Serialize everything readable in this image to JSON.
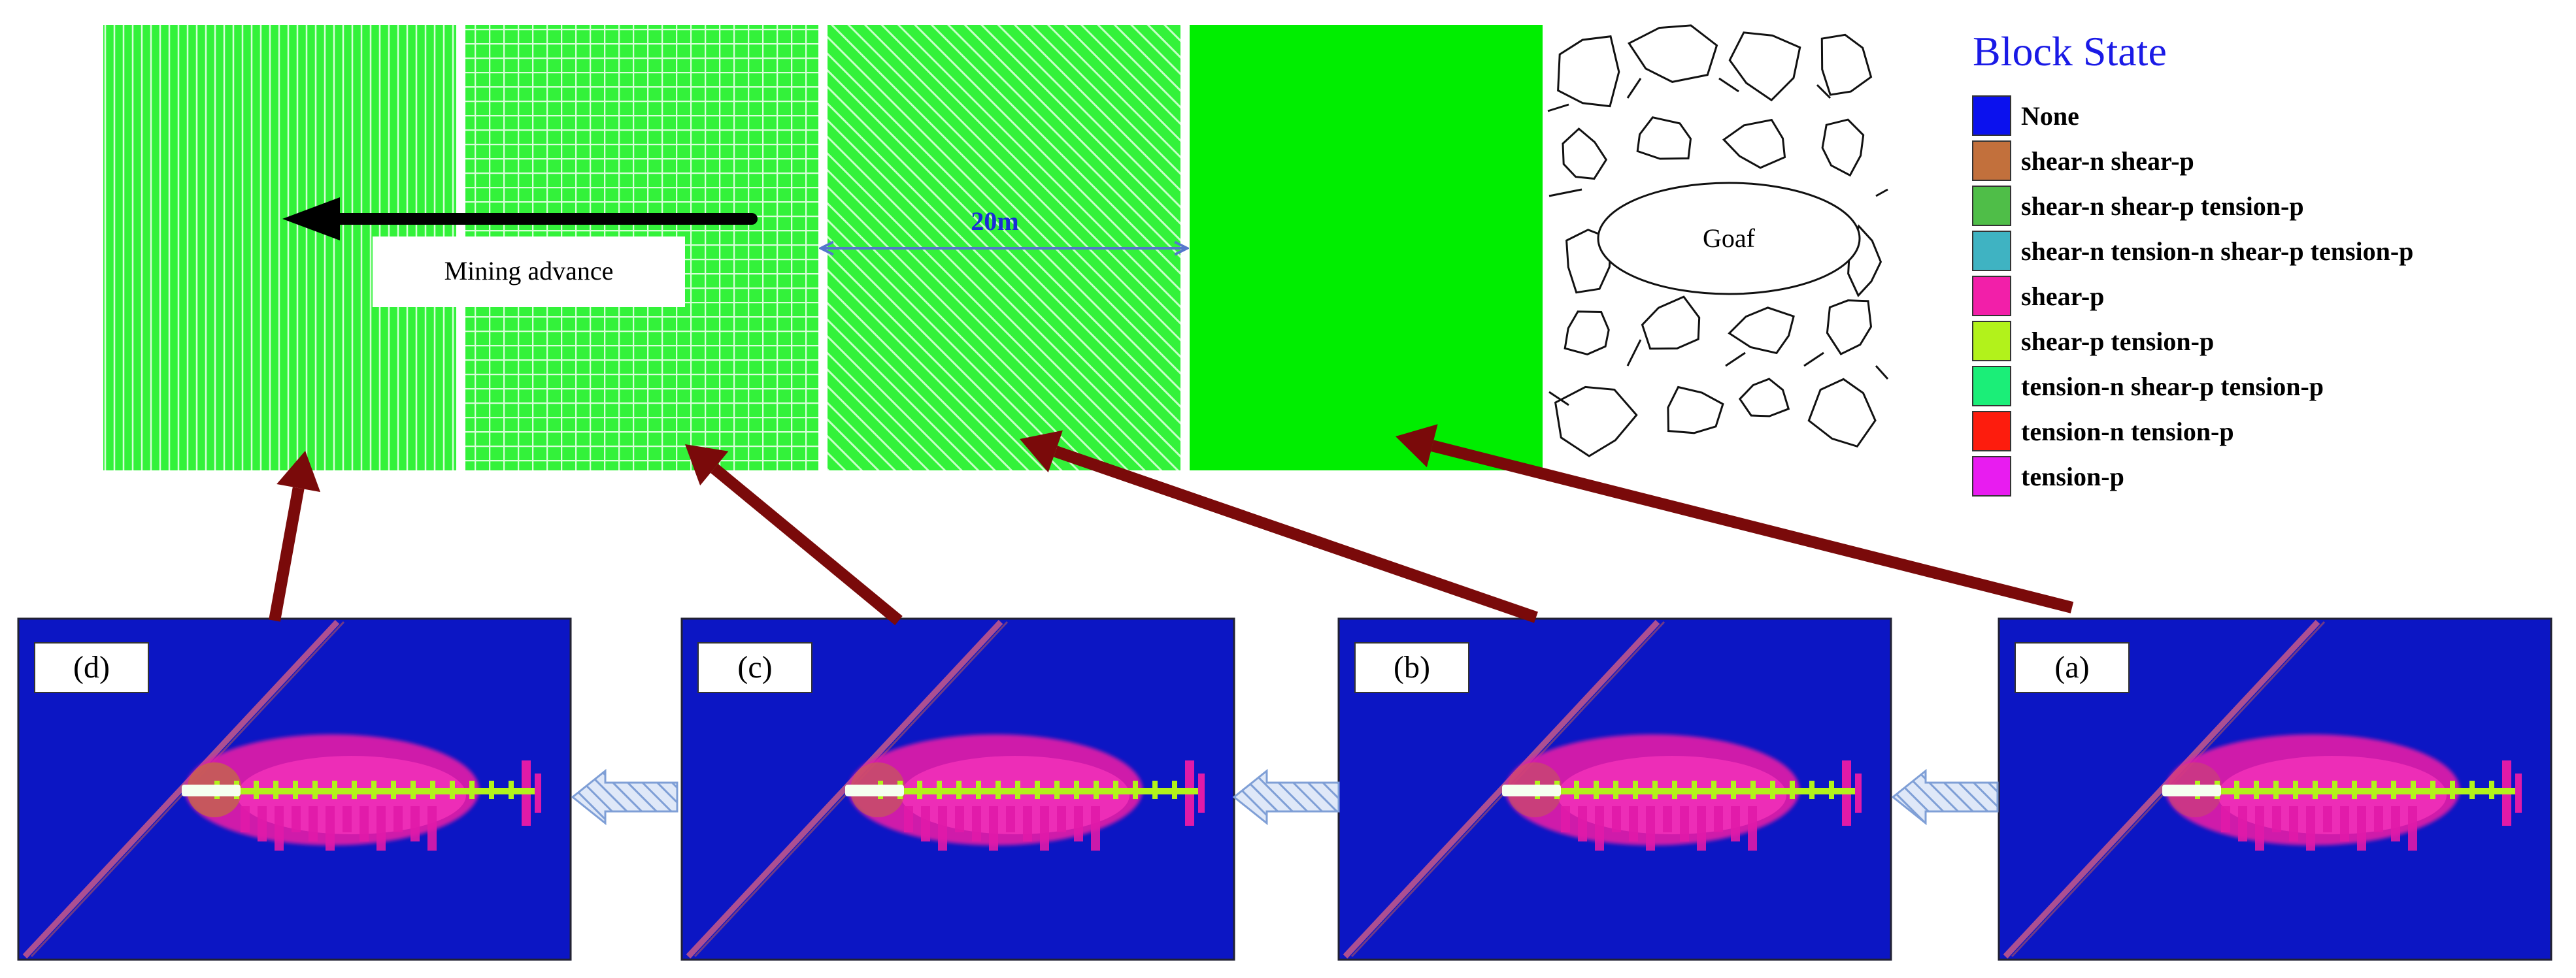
{
  "top": {
    "mining_label": "Mining advance",
    "distance_label": "20m",
    "goaf_label": "Goaf"
  },
  "legend": {
    "title": "Block State",
    "items": [
      {
        "label": "None",
        "color": "#0b11ee"
      },
      {
        "label": "shear-n shear-p",
        "color": "#c2703c"
      },
      {
        "label": "shear-n shear-p tension-p",
        "color": "#4fbe48"
      },
      {
        "label": "shear-n tension-n shear-p tension-p",
        "color": "#3fb3c2"
      },
      {
        "label": "shear-p",
        "color": "#f21fa9"
      },
      {
        "label": "shear-p tension-p",
        "color": "#b2f21b"
      },
      {
        "label": "tension-n shear-p tension-p",
        "color": "#1bee78"
      },
      {
        "label": "tension-n tension-p",
        "color": "#fd1c0d"
      },
      {
        "label": "tension-p",
        "color": "#e81cf0"
      }
    ]
  },
  "panels": [
    {
      "label": "(d)"
    },
    {
      "label": "(c)"
    },
    {
      "label": "(b)"
    },
    {
      "label": "(a)"
    }
  ],
  "colors": {
    "zone_green": "#33f23a",
    "zone_solid": "#00ee00",
    "panel_bg": "#0c16c4",
    "arrow_red": "#7a0a0a",
    "distance_blue": "#1a2bd8"
  }
}
